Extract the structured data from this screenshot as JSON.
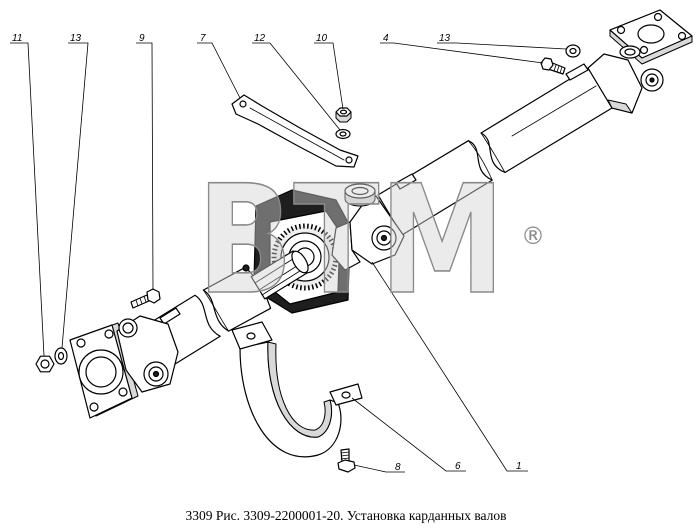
{
  "figure": {
    "caption": "3309 Рис. 3309-2200001-20. Установка карданных валов",
    "watermark": "ВТМ",
    "watermark_mark": "®"
  },
  "callouts": [
    {
      "label": "11"
    },
    {
      "label": "13"
    },
    {
      "label": "9"
    },
    {
      "label": "7"
    },
    {
      "label": "12"
    },
    {
      "label": "10"
    },
    {
      "label": "4"
    },
    {
      "label": "13"
    },
    {
      "label": "8"
    },
    {
      "label": "6"
    },
    {
      "label": "1"
    }
  ],
  "colors": {
    "line": "#000000",
    "watermark": "#8a8a8a",
    "background": "#ffffff"
  }
}
